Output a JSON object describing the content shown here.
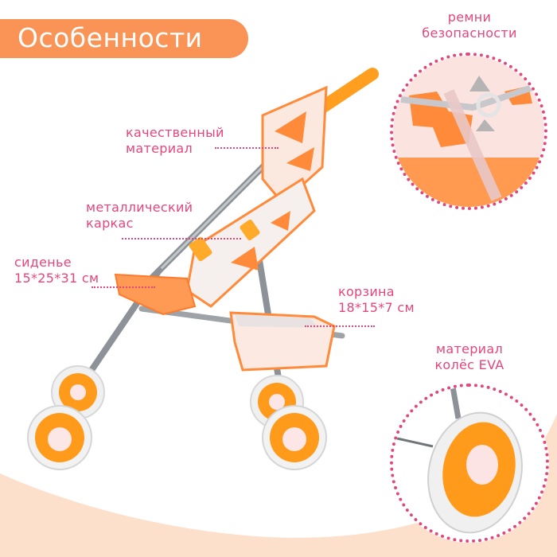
{
  "header": {
    "title": "Особенности"
  },
  "features": [
    {
      "id": "safety-belts",
      "lines": [
        "ремни",
        "безопасности"
      ]
    },
    {
      "id": "quality-material",
      "lines": [
        "качественный",
        "материал"
      ]
    },
    {
      "id": "metal-frame",
      "lines": [
        "металлический",
        "каркас"
      ]
    },
    {
      "id": "seat",
      "lines": [
        "сиденье",
        "15*25*31 см"
      ]
    },
    {
      "id": "basket",
      "lines": [
        "корзина",
        "18*15*7 см"
      ]
    },
    {
      "id": "wheels",
      "lines": [
        "материал",
        "колёс EVA"
      ]
    }
  ],
  "colors": {
    "accent_orange": "#fa9456",
    "label_pink": "#e6457a",
    "peach_background": "#fde0cb",
    "wheel_orange": "#ff9a1a",
    "frame_gray": "#8d9298"
  }
}
